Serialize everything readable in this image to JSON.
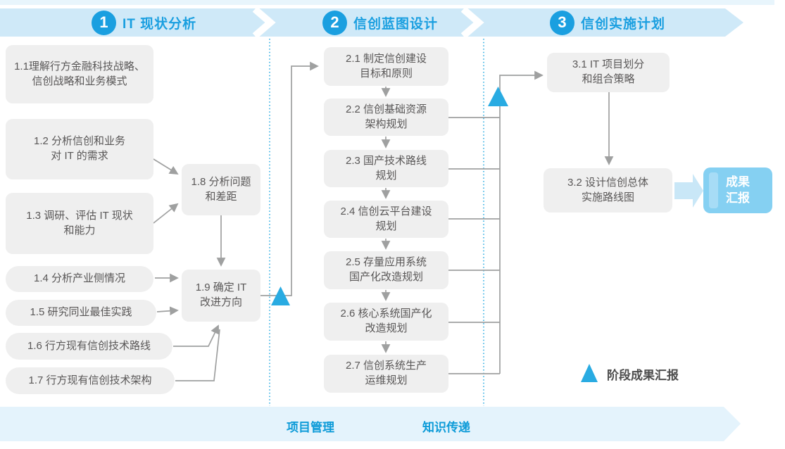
{
  "phases": [
    {
      "number": "1",
      "title": "IT 现状分析"
    },
    {
      "number": "2",
      "title": "信创蓝图设计"
    },
    {
      "number": "3",
      "title": "信创实施计划"
    }
  ],
  "steps": {
    "s1_1": "1.1理解行方金融科技战略、\n信创战略和业务模式",
    "s1_2": "1.2 分析信创和业务\n对 IT 的需求",
    "s1_3": "1.3 调研、评估 IT 现状\n和能力",
    "s1_4": "1.4 分析产业侧情况",
    "s1_5": "1.5 研究同业最佳实践",
    "s1_6": "1.6 行方现有信创技术路线",
    "s1_7": "1.7 行方现有信创技术架构",
    "s1_8": "1.8 分析问题\n和差距",
    "s1_9": "1.9 确定 IT\n改进方向",
    "s2_1": "2.1 制定信创建设\n目标和原则",
    "s2_2": "2.2 信创基础资源\n架构规划",
    "s2_3": "2.3 国产技术路线\n规划",
    "s2_4": "2.4 信创云平台建设\n规划",
    "s2_5": "2.5 存量应用系统\n国产化改造规划",
    "s2_6": "2.6 核心系统国产化\n改造规划",
    "s2_7": "2.7 信创系统生产\n运维规划",
    "s3_1": "3.1 IT 项目划分\n和组合策略",
    "s3_2": "3.2 设计信创总体\n实施路线图"
  },
  "result_box": {
    "label": "成果\n汇报"
  },
  "legend": {
    "marker": "milestone-triangle-icon",
    "label": "阶段成果汇报"
  },
  "bottom_band": {
    "items": [
      "项目管理",
      "知识传递"
    ]
  },
  "colors": {
    "accent_blue": "#1A9FE0",
    "header_band_blue": "#CFE9F8",
    "header_band_top_strip": "#E8F5FC",
    "bottom_band_blue": "#E4F3FC",
    "milestone_triangle_blue": "#29ABE2",
    "dotted_line_blue": "#29ABE2",
    "step_box_gray": "#EFEFEF",
    "step_text_gray": "#595757",
    "connector_gray": "#9FA0A0",
    "result_box_blue": "#85D0F2",
    "result_arrow_blue": "#C9E7F7"
  }
}
